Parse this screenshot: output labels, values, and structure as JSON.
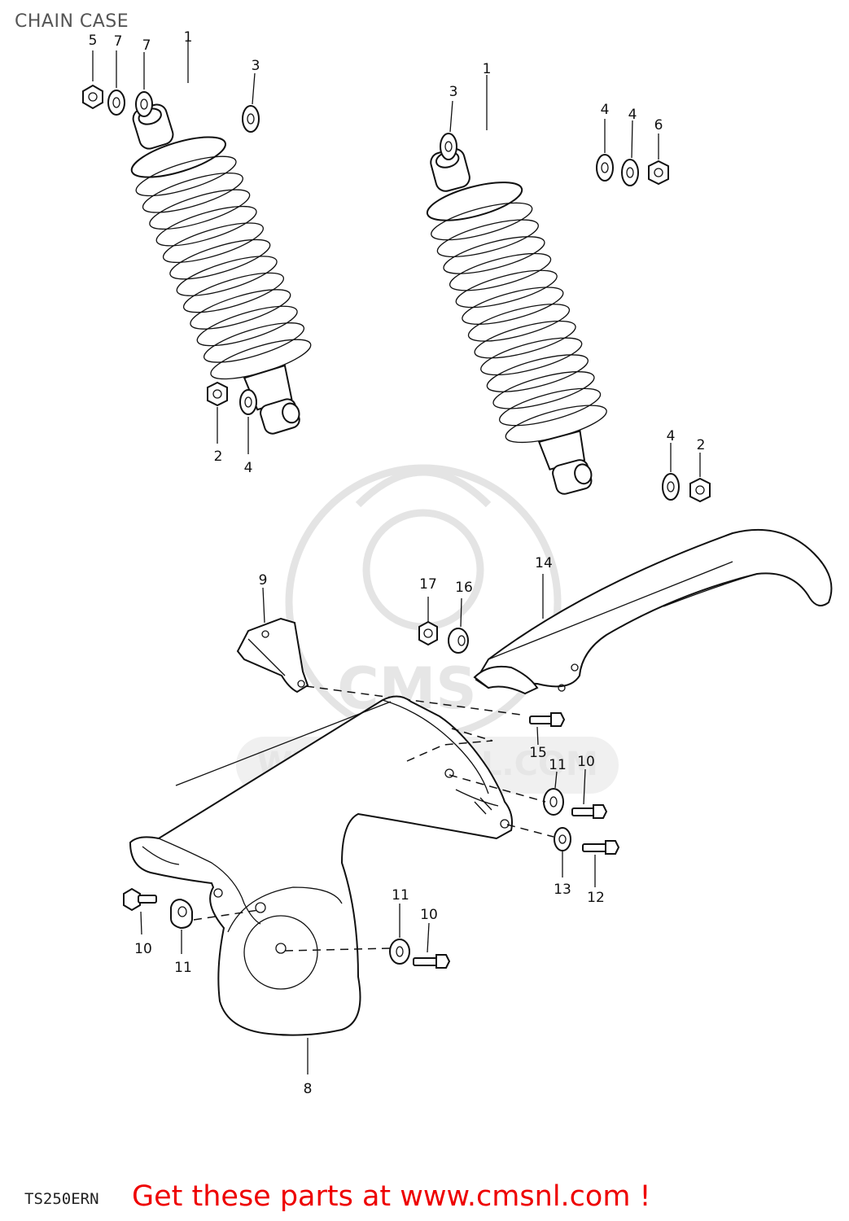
{
  "title": "CHAIN CASE",
  "watermark": {
    "logo_text": "CMS",
    "url_text": "WWW.CMSNL.COM"
  },
  "callouts": {
    "left_shock_1": "1",
    "left_washer_3": "3",
    "left_nut_5": "5",
    "left_washer_7a": "7",
    "left_washer_7b": "7",
    "left_nut_2": "2",
    "left_washer_4": "4",
    "right_shock_1": "1",
    "right_washer_3": "3",
    "right_washer_4a": "4",
    "right_washer_4b": "4",
    "right_nut_6": "6",
    "right_washer_4c": "4",
    "right_nut_2": "2",
    "chain_case_8": "8",
    "bracket_9": "9",
    "bolt_10a": "10",
    "bolt_10b": "10",
    "bolt_10c": "10",
    "washer_11a": "11",
    "washer_11b": "11",
    "washer_11c": "11",
    "bolt_12": "12",
    "washer_13": "13",
    "guard_14": "14",
    "bolt_15": "15",
    "washer_16": "16",
    "nut_17": "17"
  },
  "footer": {
    "model_code": "TS250ERN",
    "promo_text": "Get these parts at www.cmsnl.com !"
  },
  "colors": {
    "promo": "#ee0000",
    "line": "#111111",
    "watermark": "#e4e4e4"
  }
}
